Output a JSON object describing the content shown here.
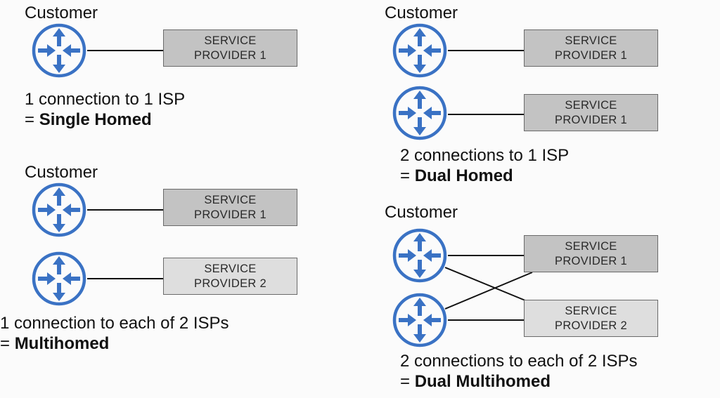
{
  "colors": {
    "router_blue": "#3a72c4",
    "provider1_fill": "#c3c3c3",
    "provider2_fill": "#dedede",
    "link": "#111111"
  },
  "panels": {
    "single_homed": {
      "customer_label": "Customer",
      "providers": [
        {
          "line1": "SERVICE",
          "line2": "PROVIDER 1"
        }
      ],
      "caption_line1": "1 connection to 1 ISP",
      "caption_prefix": "= ",
      "caption_term": "Single Homed"
    },
    "multihomed": {
      "customer_label": "Customer",
      "providers": [
        {
          "line1": "SERVICE",
          "line2": "PROVIDER 1"
        },
        {
          "line1": "SERVICE",
          "line2": "PROVIDER 2"
        }
      ],
      "caption_line1": "1 connection to each of 2 ISPs",
      "caption_prefix": "= ",
      "caption_term": "Multihomed"
    },
    "dual_homed": {
      "customer_label": "Customer",
      "providers": [
        {
          "line1": "SERVICE",
          "line2": "PROVIDER 1"
        },
        {
          "line1": "SERVICE",
          "line2": "PROVIDER 1"
        }
      ],
      "caption_line1": "2 connections to 1 ISP",
      "caption_prefix": "= ",
      "caption_term": "Dual Homed"
    },
    "dual_multihomed": {
      "customer_label": "Customer",
      "providers": [
        {
          "line1": "SERVICE",
          "line2": "PROVIDER 1"
        },
        {
          "line1": "SERVICE",
          "line2": "PROVIDER 2"
        }
      ],
      "caption_line1": "2 connections to each of 2 ISPs",
      "caption_prefix": "= ",
      "caption_term": "Dual Multihomed"
    }
  },
  "icons": {
    "router": "router-icon"
  }
}
